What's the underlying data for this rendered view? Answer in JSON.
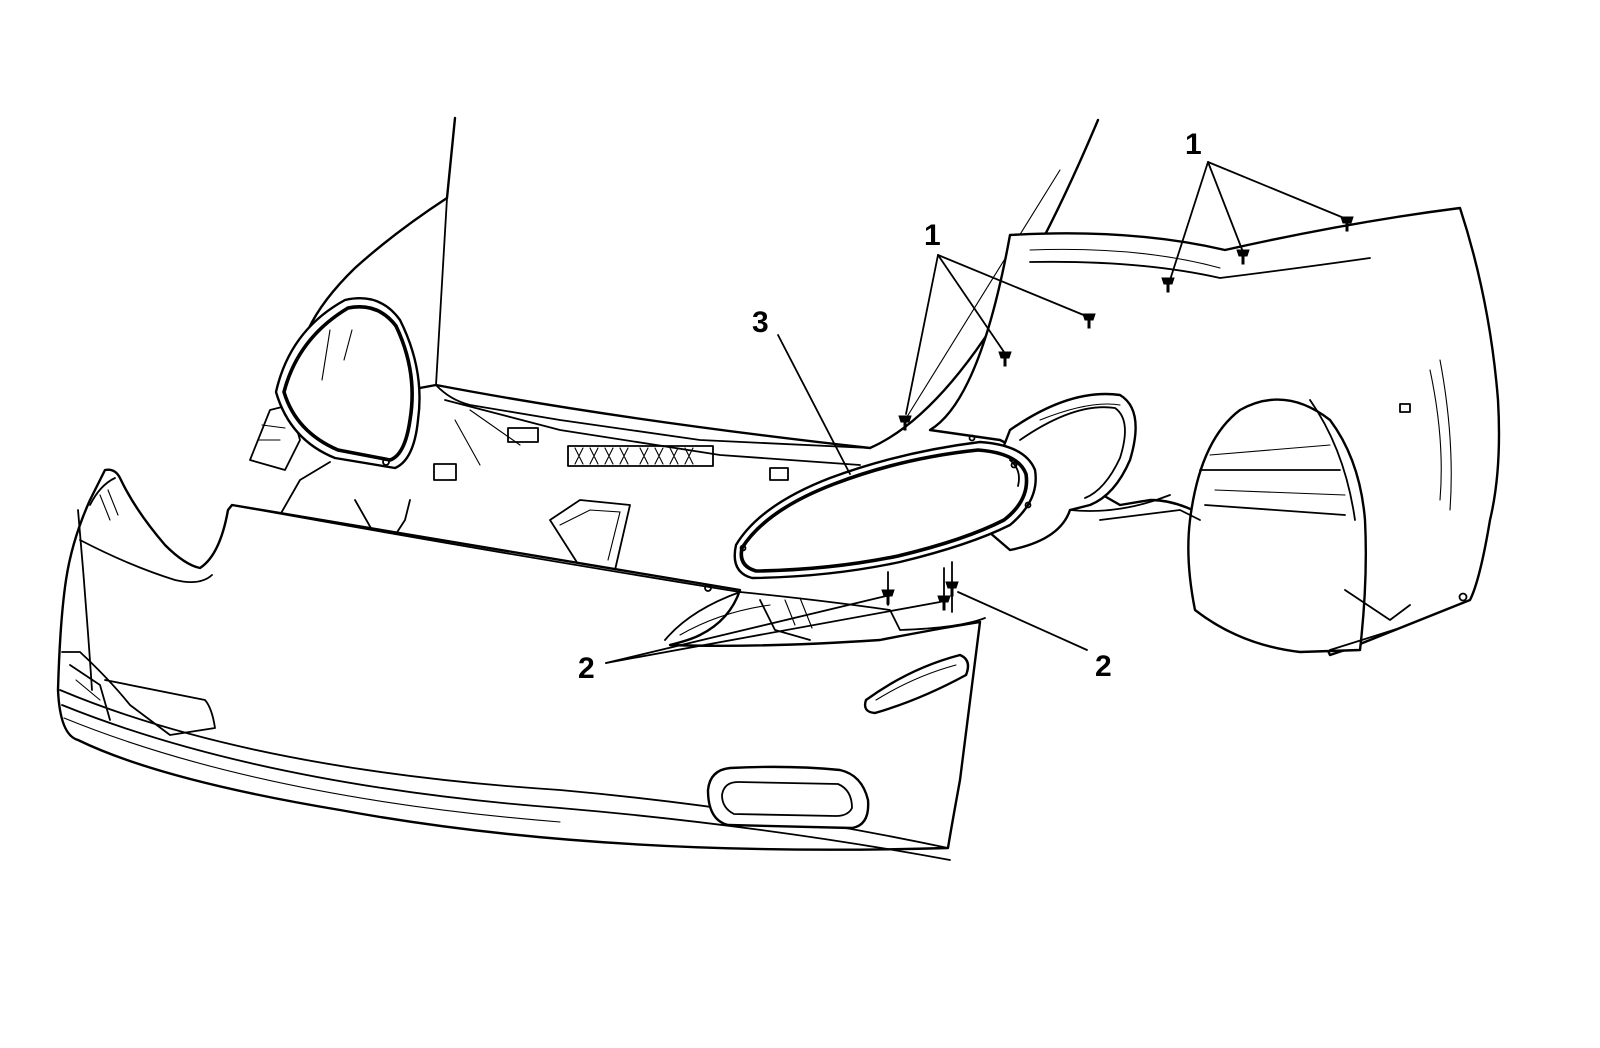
{
  "callouts": {
    "c1_top_right": "1",
    "c1_center": "1",
    "c3": "3",
    "c2_left": "2",
    "c2_right": "2"
  },
  "colors": {
    "ink": "#000000",
    "paper": "#ffffff"
  }
}
